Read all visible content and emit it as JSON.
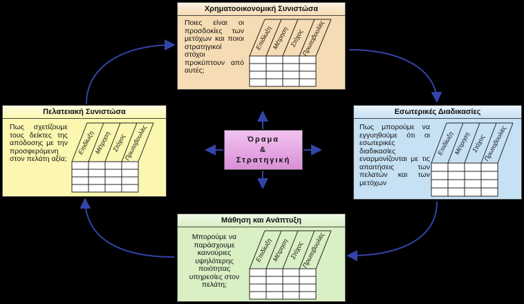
{
  "center": {
    "line1": "Όραμα",
    "line2": "&",
    "line3": "Στρατηγική"
  },
  "column_headers": [
    "Επιδίωξη",
    "Μέτρηση",
    "Στόχος",
    "Πρωτοβουλίες"
  ],
  "panels": {
    "financial": {
      "title": "Χρηματοοικονομική Συνιστώσα",
      "question": "Ποιες είναι οι προσδοκίες των μετόχων και ποιοι στρατηγικοί στόχοι προκύπτουν από αυτές;",
      "color": "#f6dcb4"
    },
    "customer": {
      "title": "Πελατειακή Συνιστώσα",
      "question": "Πως σχετίζουμε τους δείκτες της απόδοσης με την προσφερόμενη στον πελάτη αξία;",
      "color": "#fbf7b0"
    },
    "internal": {
      "title": "Εσωτερικές Διαδικασίες",
      "question": "Πως μπορούμε να εγγυηθούμε ότι οι εσωτερικές διαδικασίες εναρμονίζονται με τις απαιτήσεις των πελατών και των μετόχων",
      "color": "#c7e1f4"
    },
    "learning": {
      "title": "Μάθηση και Ανάπτυξη",
      "question": "Μπορούμε να παράσχουμε καινούριες υψηλότερης ποιότητας υπηρεσίες στον πελάτη;",
      "color": "#d8f0c4"
    }
  }
}
